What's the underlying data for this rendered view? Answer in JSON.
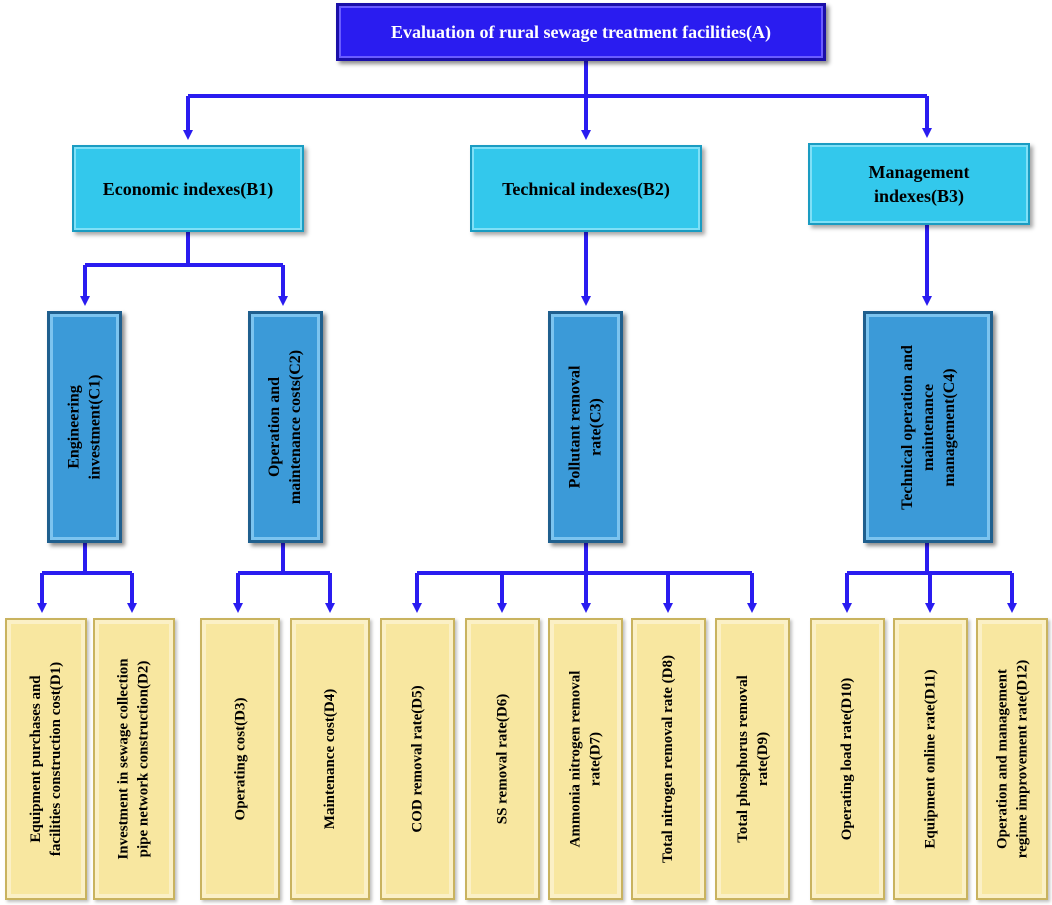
{
  "root": {
    "label": "Evaluation of rural sewage treatment facilities(A)"
  },
  "criteria": [
    {
      "label": "Economic indexes(B1)"
    },
    {
      "label": "Technical indexes(B2)"
    },
    {
      "label": "Management indexes(B3)"
    }
  ],
  "sub_criteria": [
    {
      "line1": "Engineering",
      "line2": "investment(C1)"
    },
    {
      "line1": "Operation and",
      "line2": "maintenance costs(C2)"
    },
    {
      "line1": "Pollutant removal",
      "line2": "rate(C3)"
    },
    {
      "line1": "Technical operation and",
      "line2": "maintenance",
      "line3": "management(C4)"
    }
  ],
  "indicators": [
    {
      "line1": "Equipment purchases and",
      "line2": "facilities construction cost(D1)"
    },
    {
      "line1": "Investment in sewage collection",
      "line2": "pipe network construction(D2)"
    },
    {
      "line1": "Operating cost(D3)"
    },
    {
      "line1": "Maintenance cost(D4)"
    },
    {
      "line1": "COD removal rate(D5)"
    },
    {
      "line1": "SS removal rate(D6)"
    },
    {
      "line1": "Ammonia nitrogen removal",
      "line2": "rate(D7)"
    },
    {
      "line1": "Total nitrogen removal rate (D8)"
    },
    {
      "line1": "Total phosphorus removal",
      "line2": "rate(D9)"
    },
    {
      "line1": "Operating load rate(D10)"
    },
    {
      "line1": "Equipment online rate(D11)"
    },
    {
      "line1": "Operation and management",
      "line2": "regime improvement rate(D12)"
    }
  ],
  "colors": {
    "connector": "#2a1cf0",
    "root_fill": "#2a1cf0",
    "criteria_fill": "#33c8ec",
    "sub_criteria_fill": "#3b9ad8",
    "indicator_fill": "#f8e7a0"
  }
}
